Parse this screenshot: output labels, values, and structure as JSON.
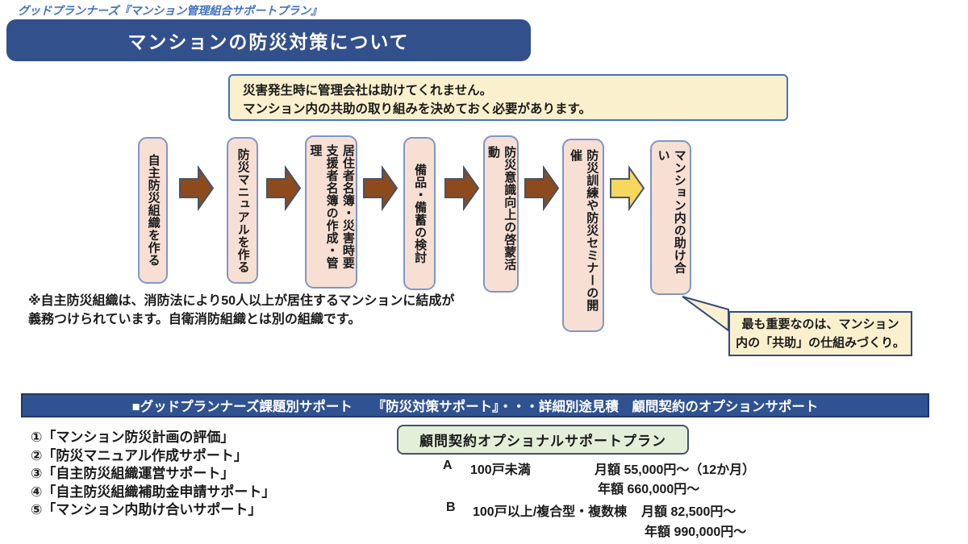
{
  "page": {
    "top_label": "グッドプランナーズ『マンション管理組合サポートプラン』",
    "title": "マンションの防災対策について"
  },
  "notice": {
    "line1": "災害発生時に管理会社は助けてくれません。",
    "line2": "マンション内の共助の取り組みを決めておく必要があります。"
  },
  "flow": {
    "steps": [
      {
        "label": "自主防災組織を作る"
      },
      {
        "label": "防災マニュアルを作る"
      },
      {
        "label": "居住者名簿・災害時要支援者名簿の作成・管理"
      },
      {
        "label": "備品・備蓄の検討"
      },
      {
        "label": "防災意識向上の啓蒙活動"
      },
      {
        "label": "防災訓練や防災セミナーの開催"
      },
      {
        "label": "マンション内の助け合い"
      }
    ]
  },
  "footnote": {
    "line1": "※自主防災組織は、消防法により50人以上が居住するマンションに結成が",
    "line2": "義務つけられています。自衛消防組織とは別の組織です。"
  },
  "callout": {
    "line1": "最も重要なのは、マンション",
    "line2": "内の「共助」の仕組みづくり。"
  },
  "support": {
    "bar": "■グッドプランナーズ課題別サポート　　『防災対策サポート』・・・詳細別途見積　顧問契約のオプションサポート",
    "items": [
      "①「マンション防災計画の評価」",
      "②「防災マニュアル作成サポート」",
      "③「自主防災組織運営サポート」",
      "④「自主防災組織補助金申請サポート」",
      "⑤「マンション内助け合いサポート」"
    ],
    "plan_title": "顧問契約オプショナルサポートプラン",
    "plans": [
      {
        "label": "A",
        "size": "100戸未満",
        "monthly": "月額 55,000円～（12か月）",
        "yearly": "年額 660,000円～"
      },
      {
        "label": "B",
        "size": "100戸以上/複合型・複数棟",
        "monthly": "月額 82,500円～",
        "yearly": "年額 990,000円～"
      }
    ]
  },
  "colors": {
    "accent_blue": "#4472C4",
    "header_navy": "#32508C",
    "bar_navy": "#2F5291",
    "bar_border": "#1F3864",
    "cream_fill": "#FBF0CD",
    "callout_border": "#2F4B7C",
    "step_fill": "#F7DFD4",
    "step_border": "#8096C8",
    "arrow_brown": "#8C4A1D",
    "arrow_yellow": "#F8D75F",
    "arrow_outline": "#44546A",
    "green_fill": "#E3EFD9"
  }
}
